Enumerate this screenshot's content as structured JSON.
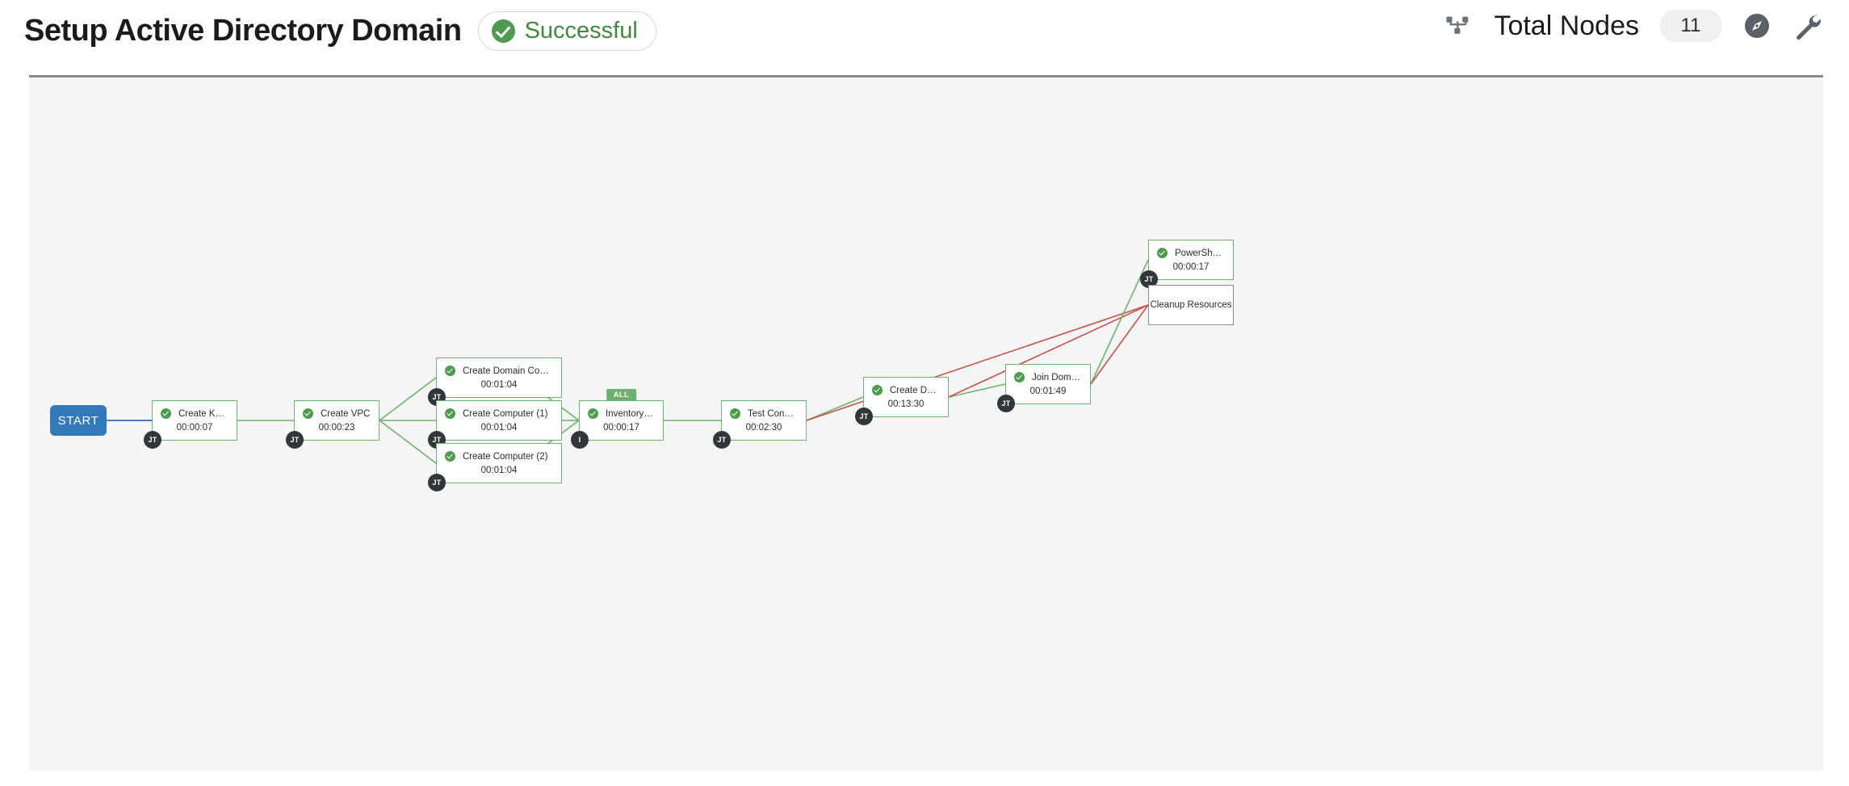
{
  "header": {
    "title": "Setup Active Directory Domain",
    "status": {
      "label": "Successful",
      "color": "#3f8a3f",
      "icon": "check-circle-icon"
    },
    "nodes_icon": "sitemap-icon",
    "total_nodes_label": "Total Nodes",
    "total_nodes_count": "11",
    "compass_icon": "compass-icon",
    "wrench_icon": "wrench-icon"
  },
  "graph": {
    "start_label": "START",
    "colors": {
      "success_edge": "#6cb26c",
      "failure_edge": "#c4534b",
      "start_edge": "#4a7ebb",
      "node_border_success": "#6cb26c",
      "node_border_pending": "#8c8c8c",
      "badge_bg": "#31363b",
      "tag_bg": "#6cb26c",
      "canvas_bg": "#f5f5f5"
    },
    "nodes": [
      {
        "id": "create-keypair",
        "label": "Create Keypair",
        "elapsed": "00:00:07",
        "status": "successful",
        "badge": "JT",
        "toptag": ""
      },
      {
        "id": "create-vpc",
        "label": "Create VPC",
        "elapsed": "00:00:23",
        "status": "successful",
        "badge": "JT",
        "toptag": ""
      },
      {
        "id": "create-domain-controller",
        "label": "Create Domain Contr...",
        "elapsed": "00:01:04",
        "status": "successful",
        "badge": "JT",
        "toptag": ""
      },
      {
        "id": "create-computer-1",
        "label": "Create Computer (1)",
        "elapsed": "00:01:04",
        "status": "successful",
        "badge": "JT",
        "toptag": ""
      },
      {
        "id": "create-computer-2",
        "label": "Create Computer (2)",
        "elapsed": "00:01:04",
        "status": "successful",
        "badge": "JT",
        "toptag": ""
      },
      {
        "id": "inventory-sync",
        "label": "Inventory Sync",
        "elapsed": "00:00:17",
        "status": "successful",
        "badge": "I",
        "toptag": "ALL"
      },
      {
        "id": "test-connectivity",
        "label": "Test Connectivity",
        "elapsed": "00:02:30",
        "status": "successful",
        "badge": "JT",
        "toptag": ""
      },
      {
        "id": "create-domain",
        "label": "Create Domain",
        "elapsed": "00:13:30",
        "status": "successful",
        "badge": "JT",
        "toptag": ""
      },
      {
        "id": "join-domain",
        "label": "Join Domain",
        "elapsed": "00:01:49",
        "status": "successful",
        "badge": "JT",
        "toptag": ""
      },
      {
        "id": "powershell-validation",
        "label": "PowerShell Validation",
        "elapsed": "00:00:17",
        "status": "successful",
        "badge": "JT",
        "toptag": ""
      },
      {
        "id": "cleanup-resources",
        "label": "Cleanup Resources",
        "elapsed": "",
        "status": "pending",
        "badge": "",
        "toptag": ""
      }
    ]
  }
}
